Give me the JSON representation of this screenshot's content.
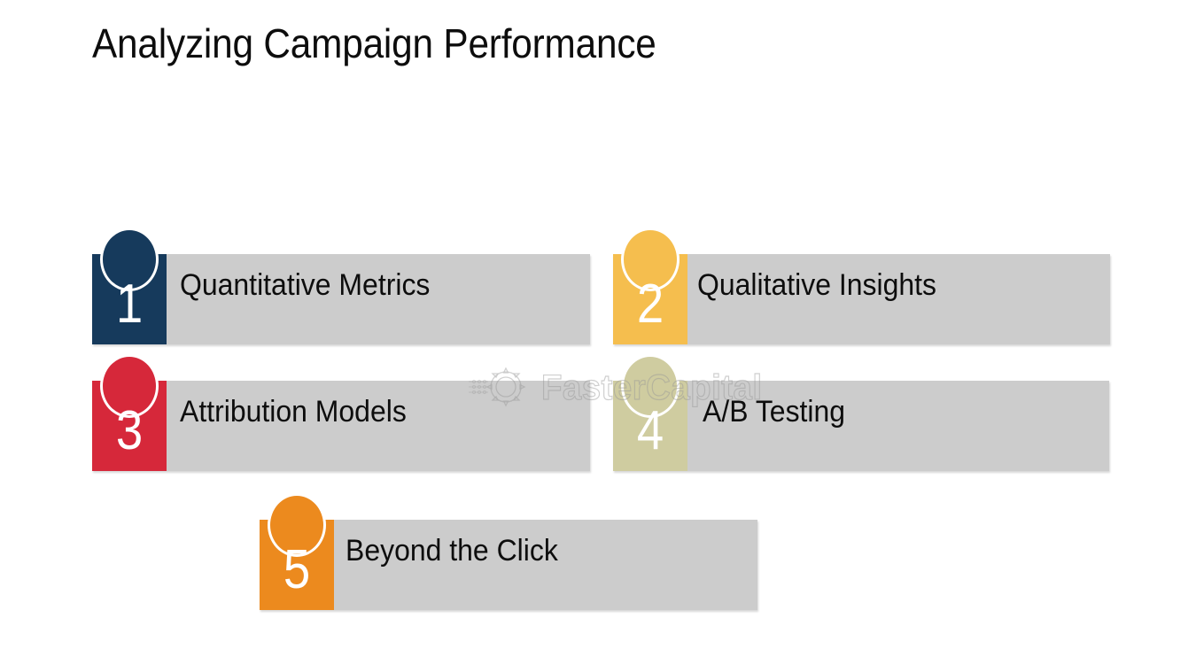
{
  "slide": {
    "title": "Analyzing Campaign Performance",
    "background_color": "#ffffff",
    "bar_color": "#cccccc",
    "text_color": "#0d0d0d"
  },
  "watermark": {
    "text": "FasterCapital",
    "icon": "gear-icon"
  },
  "steps": [
    {
      "number": "1",
      "label": "Quantitative Metrics",
      "color": "#163a5c",
      "row": 1,
      "column": "left"
    },
    {
      "number": "2",
      "label": "Qualitative Insights",
      "color": "#f5be4e",
      "row": 1,
      "column": "right"
    },
    {
      "number": "3",
      "label": "Attribution Models",
      "color": "#d6283a",
      "row": 2,
      "column": "left"
    },
    {
      "number": "4",
      "label": "A/B Testing",
      "color": "#cfcca0",
      "row": 2,
      "column": "right"
    },
    {
      "number": "5",
      "label": "Beyond the Click",
      "color": "#ec8a1e",
      "row": 3,
      "column": "center"
    }
  ]
}
